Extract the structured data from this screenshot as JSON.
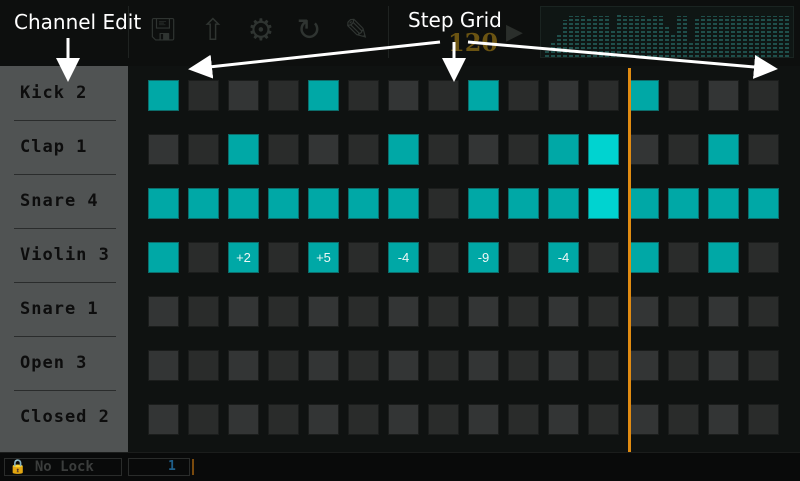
{
  "toolbar": {
    "icons": [
      "save-icon",
      "export-icon",
      "gear-icon",
      "refresh-icon",
      "edit-icon"
    ],
    "tempo": "120",
    "meter_levels": [
      0.2,
      0.35,
      0.5,
      0.8,
      0.9,
      0.9,
      0.9,
      0.85,
      0.9,
      0.9,
      0.9,
      0.6,
      0.95,
      0.9,
      0.9,
      0.9,
      0.9,
      0.85,
      0.9,
      0.9,
      0.7,
      0.5,
      0.9,
      0.9,
      0.35,
      0.85,
      0.9,
      0.9,
      0.9,
      0.9,
      0.9,
      0.9,
      0.9,
      0.9,
      0.9,
      0.9,
      0.9,
      0.9,
      0.9,
      0.9,
      0.9
    ]
  },
  "annotations": {
    "channel_edit": "Channel Edit",
    "step_grid": "Step Grid"
  },
  "channels": [
    "Kick 2",
    "Clap 1",
    "Snare 4",
    "Violin 3",
    "Snare 1",
    "Open 3",
    "Closed 2"
  ],
  "colors": {
    "step_on": "#00a8a6",
    "step_current": "#00d3d0",
    "step_off": "#333535",
    "playhead": "#e08b12"
  },
  "grid": {
    "steps_per_row": 16,
    "playhead_step": 12,
    "rows": [
      [
        "on",
        "off",
        "off",
        "off",
        "on",
        "off",
        "off",
        "off",
        "on",
        "off",
        "off",
        "off",
        "on",
        "off",
        "off",
        "off"
      ],
      [
        "off",
        "off",
        "on",
        "off",
        "off",
        "off",
        "on",
        "off",
        "off",
        "off",
        "on",
        "hi",
        "off",
        "off",
        "on",
        "off"
      ],
      [
        "on",
        "on",
        "on",
        "on",
        "on",
        "on",
        "on",
        "off",
        "on",
        "on",
        "on",
        "hi",
        "on",
        "on",
        "on",
        "on"
      ],
      [
        "on",
        "off",
        "+2",
        "off",
        "+5",
        "off",
        "-4",
        "off",
        "-9",
        "off",
        "-4",
        "off",
        "on",
        "off",
        "on",
        "off"
      ],
      [
        "off",
        "off",
        "off",
        "off",
        "off",
        "off",
        "off",
        "off",
        "off",
        "off",
        "off",
        "off",
        "off",
        "off",
        "off",
        "off"
      ],
      [
        "off",
        "off",
        "off",
        "off",
        "off",
        "off",
        "off",
        "off",
        "off",
        "off",
        "off",
        "off",
        "off",
        "off",
        "off",
        "off"
      ],
      [
        "off",
        "off",
        "off",
        "off",
        "off",
        "off",
        "off",
        "off",
        "off",
        "off",
        "off",
        "off",
        "off",
        "off",
        "off",
        "off"
      ]
    ]
  },
  "statusbar": {
    "lock_label": "🔒 No Lock",
    "page": "1"
  }
}
